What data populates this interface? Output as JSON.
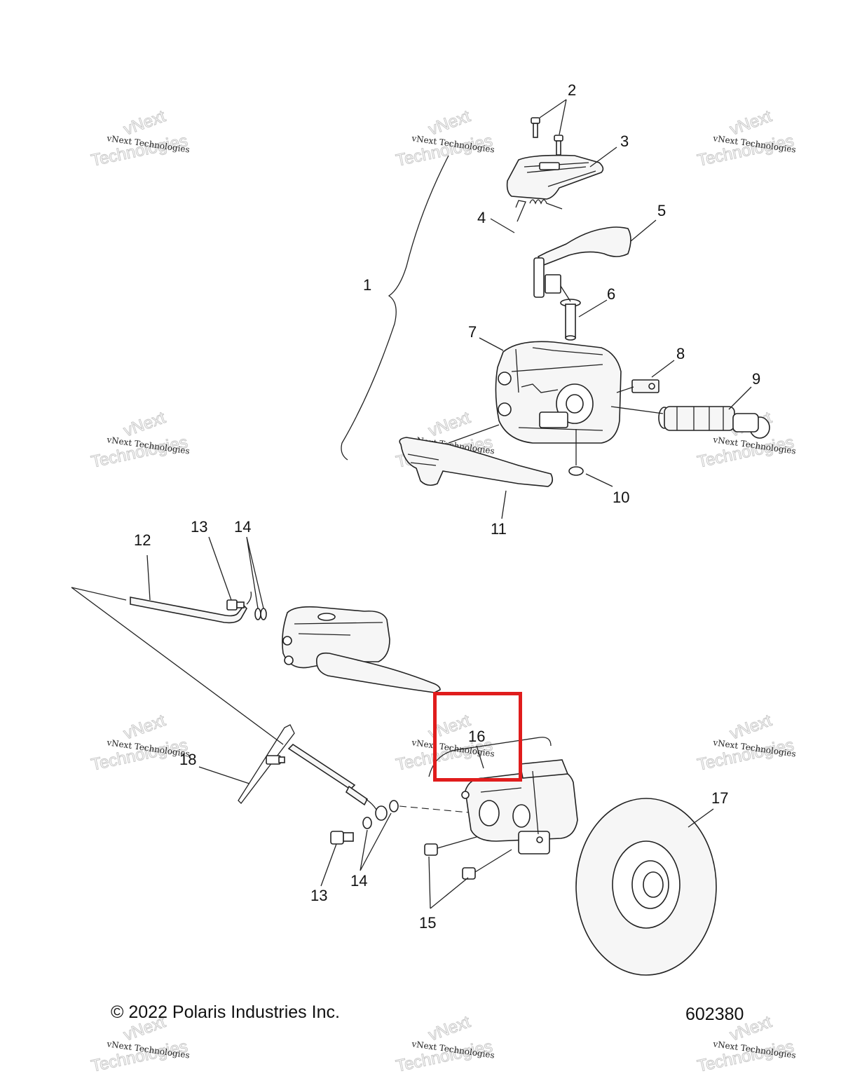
{
  "callouts": {
    "c1": "1",
    "c2": "2",
    "c3": "3",
    "c4": "4",
    "c5": "5",
    "c6": "6",
    "c7": "7",
    "c8": "8",
    "c9": "9",
    "c10": "10",
    "c11": "11",
    "c12": "12",
    "c13a": "13",
    "c14a": "14",
    "c13b": "13",
    "c14b": "14",
    "c15": "15",
    "c16": "16",
    "c17": "17",
    "c18": "18"
  },
  "watermark": {
    "line1": "vNext Technologies",
    "line2": "vNext",
    "line3": "Technologies"
  },
  "footer": {
    "copyright": "© 2022 Polaris Industries Inc.",
    "drawing_number": "602380"
  },
  "highlight": {
    "color": "#e01c1c",
    "target_callout": "16"
  }
}
